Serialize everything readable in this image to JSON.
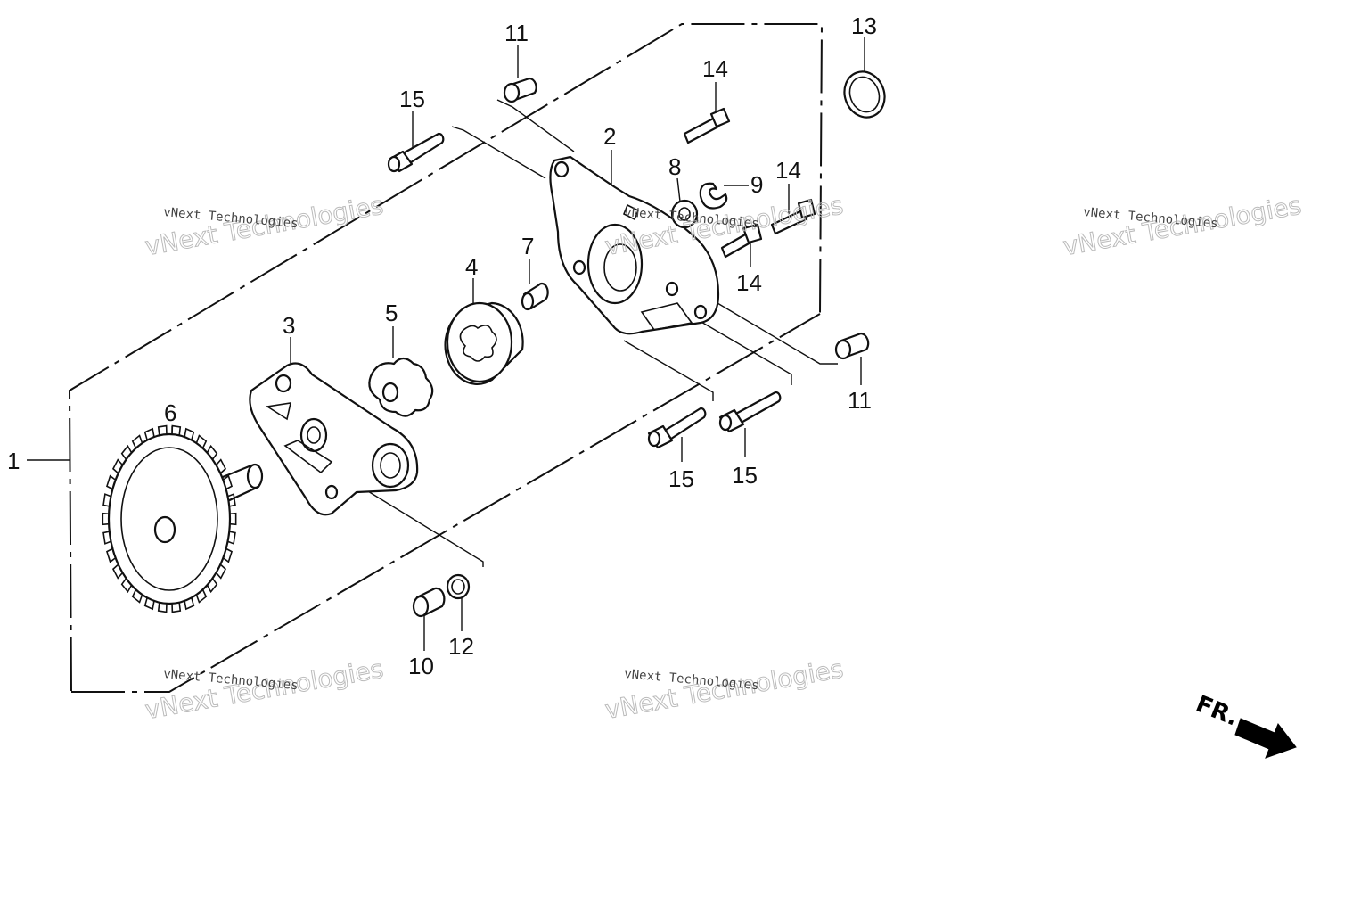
{
  "callouts": {
    "c1": "1",
    "c2": "2",
    "c3": "3",
    "c4": "4",
    "c5": "5",
    "c6": "6",
    "c7": "7",
    "c8": "8",
    "c9": "9",
    "c10": "10",
    "c11a": "11",
    "c11b": "11",
    "c12": "12",
    "c13": "13",
    "c14a": "14",
    "c14b": "14",
    "c14c": "14",
    "c15a": "15",
    "c15b": "15",
    "c15c": "15"
  },
  "watermarks": {
    "w1_small": "vNext Technologies",
    "w1_big": "vNext Technologies",
    "w2_small": "vNext Technologies",
    "w2_big": "vNext Technologies",
    "w3_small": "vNext Technologies",
    "w3_big": "vNext Technologies",
    "w4_small": "vNext Technologies",
    "w4_big": "vNext Technologies",
    "w5_small": "vNext Technologies",
    "w5_big": "vNext Technologies"
  },
  "direction": {
    "label": "FR."
  }
}
